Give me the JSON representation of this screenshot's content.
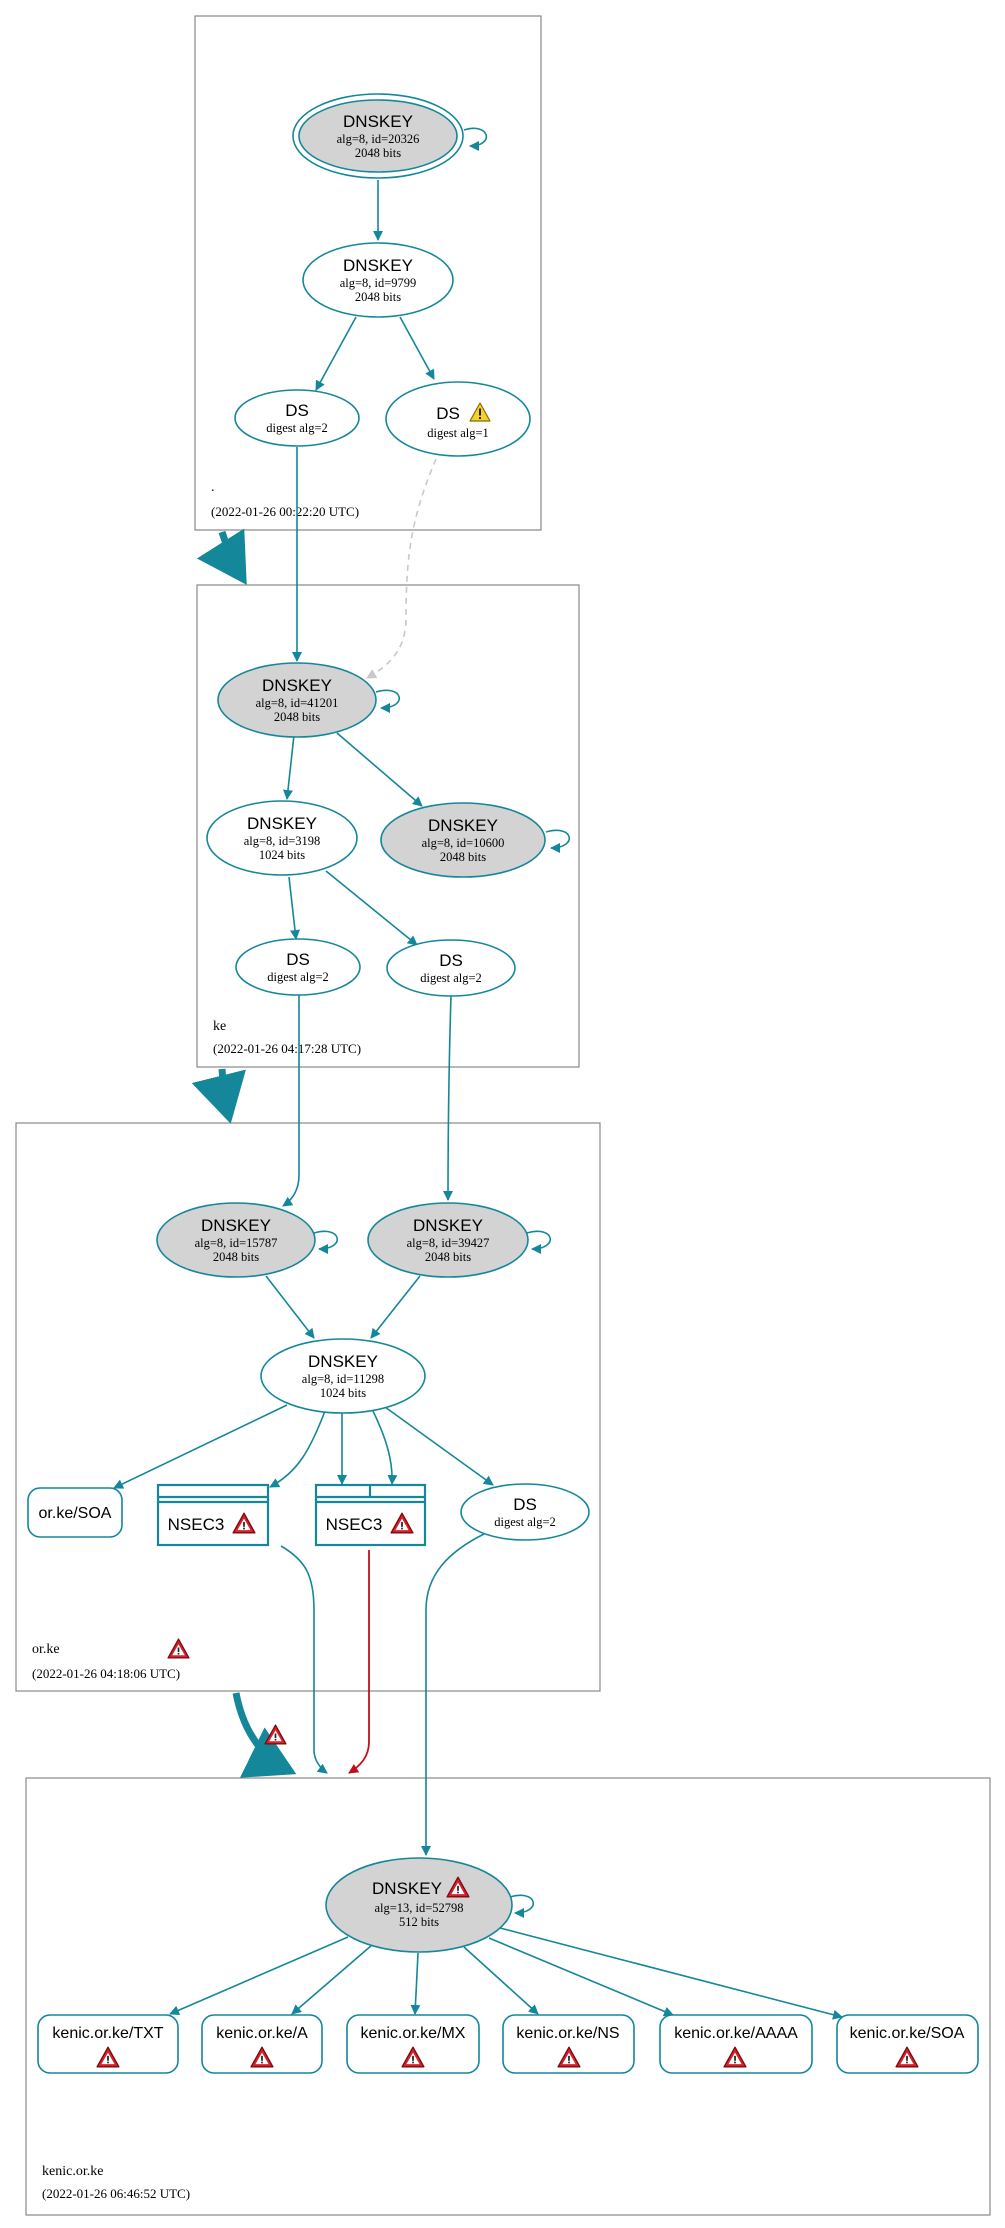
{
  "colors": {
    "edge": "#14879a",
    "error": "#c0111a",
    "warning_fill": "#f2d22b",
    "error_fill": "#d7202a",
    "dashed": "#c8c8c8",
    "box_border": "#888888",
    "filled_node": "#d3d3d3"
  },
  "zones": {
    "root": {
      "name": ".",
      "timestamp": "(2022-01-26 00:22:20 UTC)"
    },
    "ke": {
      "name": "ke",
      "timestamp": "(2022-01-26 04:17:28 UTC)"
    },
    "orke": {
      "name": "or.ke",
      "timestamp": "(2022-01-26 04:18:06 UTC)"
    },
    "kenic": {
      "name": "kenic.or.ke",
      "timestamp": "(2022-01-26 06:46:52 UTC)"
    }
  },
  "nodes": {
    "root_ksk": {
      "title": "DNSKEY",
      "line1": "alg=8, id=20326",
      "line2": "2048 bits"
    },
    "root_zsk": {
      "title": "DNSKEY",
      "line1": "alg=8, id=9799",
      "line2": "2048 bits"
    },
    "root_ds2": {
      "title": "DS",
      "line1": "digest alg=2"
    },
    "root_ds1": {
      "title": "DS",
      "line1": "digest alg=1",
      "icon": "warning-icon"
    },
    "ke_ksk": {
      "title": "DNSKEY",
      "line1": "alg=8, id=41201",
      "line2": "2048 bits"
    },
    "ke_zsk": {
      "title": "DNSKEY",
      "line1": "alg=8, id=3198",
      "line2": "1024 bits"
    },
    "ke_key2": {
      "title": "DNSKEY",
      "line1": "alg=8, id=10600",
      "line2": "2048 bits"
    },
    "ke_dsA": {
      "title": "DS",
      "line1": "digest alg=2"
    },
    "ke_dsB": {
      "title": "DS",
      "line1": "digest alg=2"
    },
    "orke_ksk1": {
      "title": "DNSKEY",
      "line1": "alg=8, id=15787",
      "line2": "2048 bits"
    },
    "orke_ksk2": {
      "title": "DNSKEY",
      "line1": "alg=8, id=39427",
      "line2": "2048 bits"
    },
    "orke_zsk": {
      "title": "DNSKEY",
      "line1": "alg=8, id=11298",
      "line2": "1024 bits"
    },
    "orke_soa": {
      "title": "or.ke/SOA"
    },
    "orke_nsec3a": {
      "title": "NSEC3",
      "icon": "error-icon"
    },
    "orke_nsec3b": {
      "title": "NSEC3",
      "icon": "error-icon"
    },
    "orke_ds": {
      "title": "DS",
      "line1": "digest alg=2"
    },
    "kenic_key": {
      "title": "DNSKEY",
      "line1": "alg=13, id=52798",
      "line2": "512 bits",
      "icon": "error-icon"
    },
    "kenic_txt": {
      "title": "kenic.or.ke/TXT",
      "icon": "error-icon"
    },
    "kenic_a": {
      "title": "kenic.or.ke/A",
      "icon": "error-icon"
    },
    "kenic_mx": {
      "title": "kenic.or.ke/MX",
      "icon": "error-icon"
    },
    "kenic_ns": {
      "title": "kenic.or.ke/NS",
      "icon": "error-icon"
    },
    "kenic_aaaa": {
      "title": "kenic.or.ke/AAAA",
      "icon": "error-icon"
    },
    "kenic_soa": {
      "title": "kenic.or.ke/SOA",
      "icon": "error-icon"
    }
  }
}
